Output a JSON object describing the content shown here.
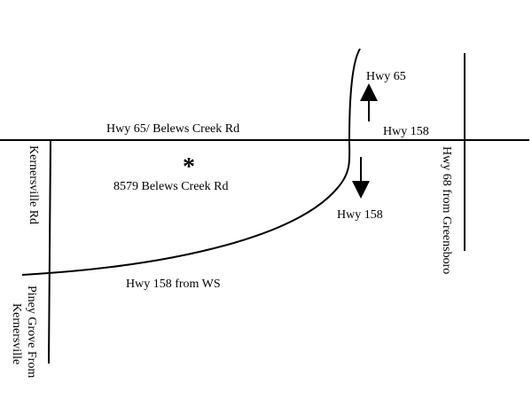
{
  "map": {
    "labels": {
      "hwy65_belews": "Hwy 65/ Belews Creek Rd",
      "hwy158_east": "Hwy 158",
      "hwy65_north": "Hwy 65",
      "hwy158_south": "Hwy 158",
      "destination_marker": "*",
      "destination_address": "8579 Belews Creek Rd",
      "hwy158_from_ws": "Hwy 158 from WS",
      "kernersville_rd": "Kernersville Rd",
      "piney_grove_line1": "Piney Grove From",
      "piney_grove_line2": "Kernersville",
      "hwy68_from_greensboro": "Hwy  68  from Greensboro"
    },
    "colors": {
      "background": "#ffffff",
      "ink": "#000000"
    },
    "arrows": {
      "hwy65": "up-arrow",
      "hwy158": "down-arrow"
    }
  }
}
